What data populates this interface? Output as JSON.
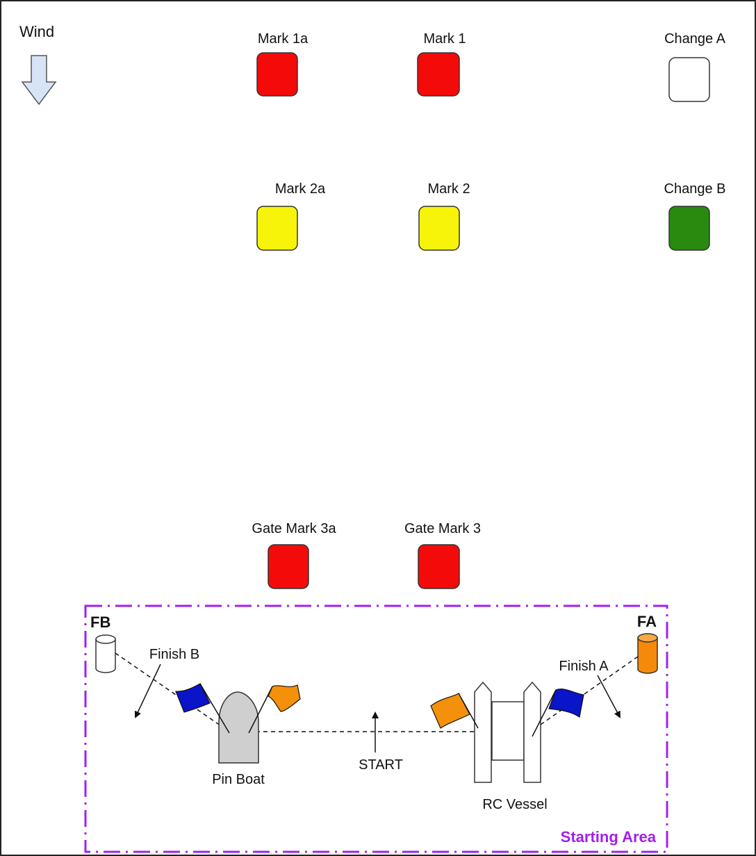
{
  "wind": {
    "label": "Wind",
    "icon": "down-arrow-icon"
  },
  "marks": [
    {
      "id": "mark-1a",
      "label": "Mark 1a",
      "color": "#f50a0a"
    },
    {
      "id": "mark-1",
      "label": "Mark 1",
      "color": "#f50a0a"
    },
    {
      "id": "change-a",
      "label": "Change A",
      "color": "#ffffff"
    },
    {
      "id": "mark-2a",
      "label": "Mark 2a",
      "color": "#f7f40a"
    },
    {
      "id": "mark-2",
      "label": "Mark 2",
      "color": "#f7f40a"
    },
    {
      "id": "change-b",
      "label": "Change B",
      "color": "#2a8a10"
    },
    {
      "id": "gate-mark-3a",
      "label": "Gate Mark 3a",
      "color": "#f50a0a"
    },
    {
      "id": "gate-mark-3",
      "label": "Gate Mark 3",
      "color": "#f50a0a"
    }
  ],
  "starting_area": {
    "label": "Starting Area",
    "border_color": "#a020f0",
    "finish_buoys": [
      {
        "id": "fb",
        "label": "FB",
        "color": "#ffffff"
      },
      {
        "id": "fa",
        "label": "FA",
        "color": "#f58a0a"
      }
    ],
    "finish_b_label": "Finish B",
    "finish_a_label": "Finish A",
    "pin_boat_label": "Pin Boat",
    "rc_vessel_label": "RC Vessel",
    "start_label": "START",
    "flag_colors": {
      "blue": "#0a14c8",
      "orange": "#f5900a"
    }
  }
}
